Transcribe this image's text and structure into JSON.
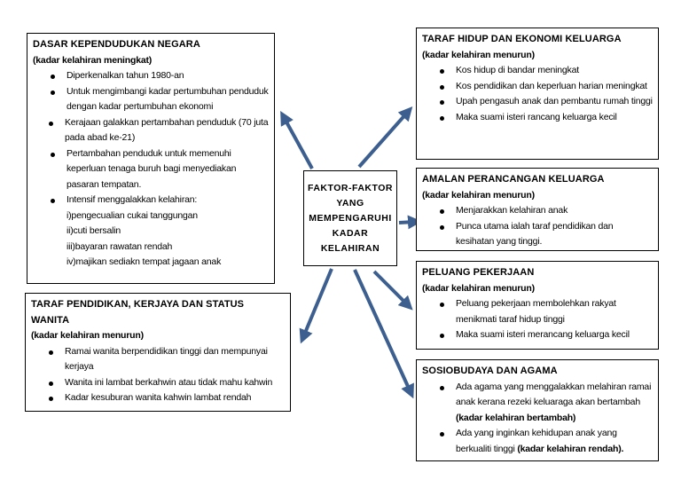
{
  "center": {
    "title": "FAKTOR-FAKTOR YANG MEMPENGARUHI KADAR KELAHIRAN"
  },
  "arrow_color": "#3d5f8f",
  "boxes": {
    "dasar": {
      "title": "DASAR KEPENDUDUKAN NEGARA",
      "subtitle": "(kadar kelahiran meningkat)",
      "items": [
        "Diperkenalkan tahun 1980-an",
        "Untuk mengimbangi kadar pertumbuhan penduduk dengan kadar pertumbuhan ekonomi",
        "Kerajaan galakkan pertambahan penduduk (70 juta pada abad ke-21)",
        "Pertambahan penduduk untuk memenuhi keperluan tenaga buruh bagi menyediakan pasaran tempatan.",
        "Intensif menggalakkan kelahiran:"
      ],
      "subitems": [
        "i)pengecualian cukai tanggungan",
        "ii)cuti bersalin",
        "iii)bayaran rawatan rendah",
        "iv)majikan sediakn tempat jagaan anak"
      ]
    },
    "wanita": {
      "title": "TARAF PENDIDIKAN, KERJAYA DAN STATUS WANITA",
      "subtitle": "(kadar kelahiran menurun)",
      "items": [
        "Ramai wanita berpendidikan tinggi dan mempunyai kerjaya",
        "Wanita ini lambat berkahwin atau tidak mahu kahwin",
        "Kadar kesuburan wanita kahwin lambat rendah"
      ]
    },
    "taraf_hidup": {
      "title": "TARAF HIDUP DAN EKONOMI KELUARGA",
      "subtitle": "(kadar kelahiran menurun)",
      "items": [
        "Kos hidup di bandar meningkat",
        "Kos pendidikan dan keperluan harian meningkat",
        "Upah pengasuh anak dan pembantu rumah tinggi",
        "Maka suami isteri rancang keluarga kecil"
      ]
    },
    "perancangan": {
      "title": "AMALAN PERANCANGAN KELUARGA",
      "subtitle": "(kadar kelahiran menurun)",
      "items": [
        "Menjarakkan kelahiran anak",
        "Punca utama ialah taraf pendidikan dan kesihatan yang tinggi."
      ]
    },
    "pekerjaan": {
      "title": "PELUANG PEKERJAAN",
      "subtitle": "(kadar kelahiran menurun)",
      "items": [
        "Peluang pekerjaan membolehkan rakyat menikmati taraf hidup tinggi",
        "Maka suami isteri merancang keluarga kecil"
      ]
    },
    "sosiobudaya": {
      "title": "SOSIOBUDAYA DAN AGAMA",
      "items": [
        {
          "text": "Ada agama yang menggalakkan melahiran ramai anak kerana rezeki keluaraga akan bertambah ",
          "bold": "(kadar kelahiran bertambah)"
        },
        {
          "text": "Ada yang inginkan kehidupan anak yang berkualiti tinggi ",
          "bold": "(kadar kelahiran rendah)."
        }
      ]
    }
  }
}
